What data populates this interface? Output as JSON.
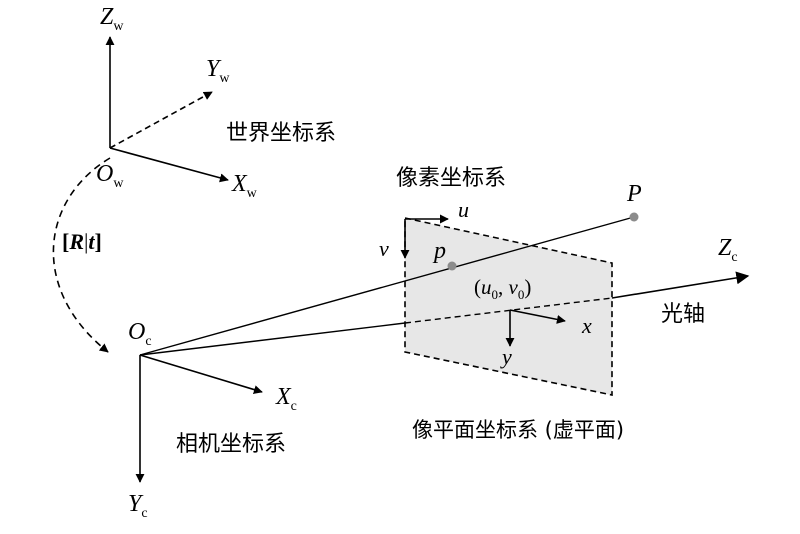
{
  "world_frame": {
    "origin": {
      "base": "O",
      "sub": "w"
    },
    "x_axis": {
      "base": "X",
      "sub": "w"
    },
    "y_axis": {
      "base": "Y",
      "sub": "w"
    },
    "z_axis": {
      "base": "Z",
      "sub": "w"
    },
    "name": "世界坐标系"
  },
  "transform": {
    "open": "[",
    "r": "R",
    "bar": "|",
    "t": "t",
    "close": "]"
  },
  "camera_frame": {
    "origin": {
      "base": "O",
      "sub": "c"
    },
    "x_axis": {
      "base": "X",
      "sub": "c"
    },
    "y_axis": {
      "base": "Y",
      "sub": "c"
    },
    "z_axis": {
      "base": "Z",
      "sub": "c"
    },
    "name": "相机坐标系"
  },
  "pixel_frame": {
    "name": "像素坐标系",
    "u": "u",
    "v": "v"
  },
  "image_plane": {
    "principal_point": {
      "open": "(",
      "u": "u",
      "u_sub": "0",
      "comma": ", ",
      "v": "v",
      "v_sub": "0",
      "close": ")"
    },
    "x": "x",
    "y": "y",
    "name": "像平面坐标系 (虚平面)"
  },
  "points": {
    "world_point": "P",
    "image_point": "p"
  },
  "optical_axis": "光轴",
  "colors": {
    "line": "#000000",
    "plane_fill": "#e7e7e7",
    "point": "#8c8c8c"
  }
}
